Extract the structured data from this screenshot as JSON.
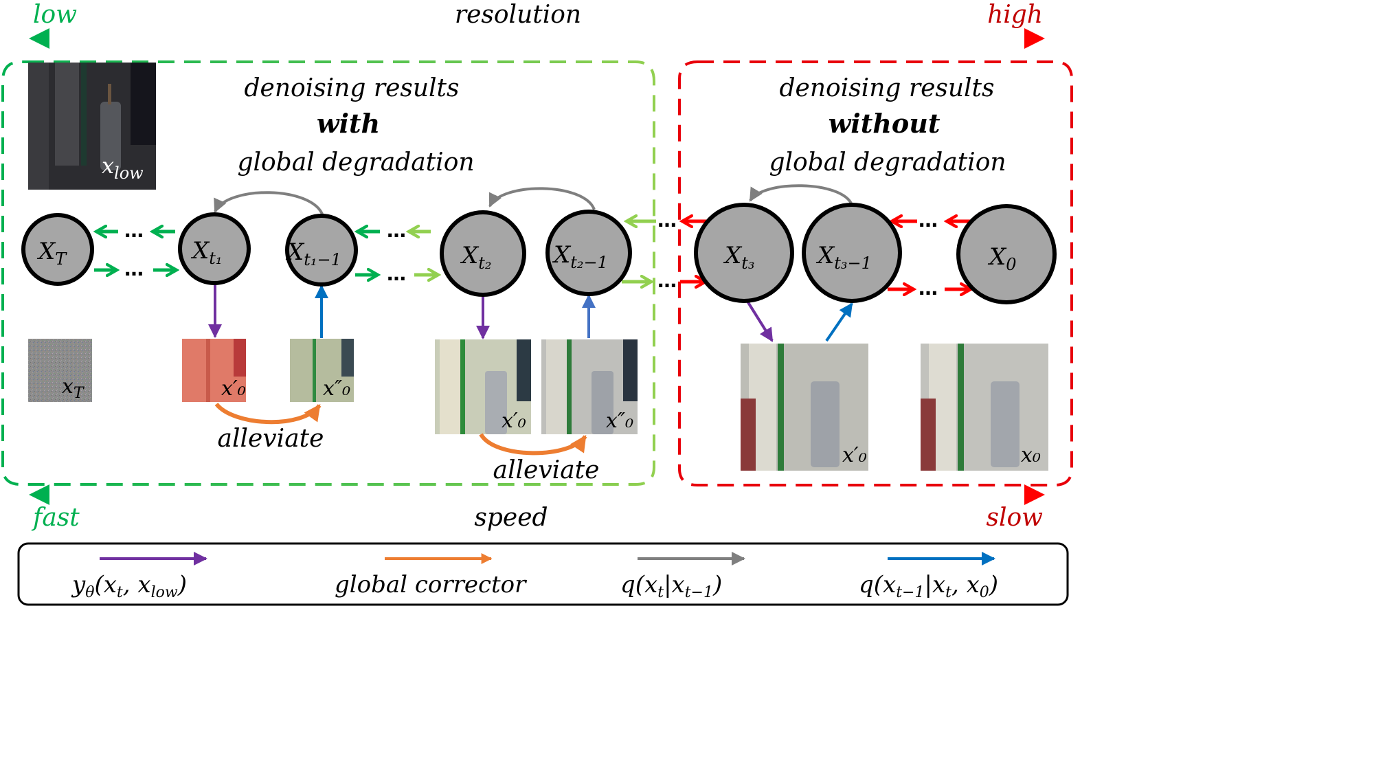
{
  "top_axis": {
    "label": "resolution",
    "left_label": "low",
    "right_label": "high"
  },
  "bottom_axis": {
    "label": "speed",
    "left_label": "fast",
    "right_label": "slow"
  },
  "colors": {
    "green": "#00b050",
    "light_green": "#92d050",
    "red": "#ff0000",
    "dark_red": "#c00000",
    "purple": "#7030a0",
    "orange": "#ed7d31",
    "gray_arrow": "#7f7f7f",
    "blue": "#0070c0",
    "node_fill": "#a6a6a6"
  },
  "left_panel": {
    "title_line1": "denoising results",
    "title_line2": "with",
    "title_line3": "global degradation",
    "input_image_label": "x",
    "input_image_sub": "low",
    "noise_image_label": "x",
    "noise_image_sub": "T",
    "alleviate_1": "alleviate",
    "alleviate_2": "alleviate"
  },
  "right_panel": {
    "title_line1": "denoising results",
    "title_line2": "without",
    "title_line3": "global degradation"
  },
  "nodes": [
    {
      "id": "XT",
      "main": "X",
      "sub": "T"
    },
    {
      "id": "Xt1",
      "main": "X",
      "sub": "t₁"
    },
    {
      "id": "Xt1m1",
      "main": "X",
      "sub": "t₁−1"
    },
    {
      "id": "Xt2",
      "main": "X",
      "sub": "t₂"
    },
    {
      "id": "Xt2m1",
      "main": "X",
      "sub": "t₂−1"
    },
    {
      "id": "Xt3",
      "main": "X",
      "sub": "t₃"
    },
    {
      "id": "Xt3m1",
      "main": "X",
      "sub": "t₃−1"
    },
    {
      "id": "X0",
      "main": "X",
      "sub": "0"
    }
  ],
  "image_labels": {
    "x0p": "x′₀",
    "x0pp": "x″₀",
    "x0": "x₀"
  },
  "ellipsis": "…",
  "legend": [
    {
      "label": "yθ(xₜ, x_low)",
      "color": "purple"
    },
    {
      "label": "global corrector",
      "color": "orange"
    },
    {
      "label": "q(xₜ|xₜ₋₁)",
      "color": "gray"
    },
    {
      "label": "q(xₜ₋₁|xₜ, x₀)",
      "color": "blue"
    }
  ],
  "legend_parts": {
    "l1_main": "y",
    "l1_sub": "θ",
    "l1_rest": "(x",
    "l1_sub2": "t",
    "l1_rest2": ", x",
    "l1_sub3": "low",
    "l1_end": ")",
    "l2": "global corrector",
    "l3_a": "q(x",
    "l3_sub1": "t",
    "l3_b": "|x",
    "l3_sub2": "t−1",
    "l3_c": ")",
    "l4_a": "q(x",
    "l4_sub1": "t−1",
    "l4_b": "|x",
    "l4_sub2": "t",
    "l4_c": ", x",
    "l4_sub3": "0",
    "l4_d": ")"
  }
}
